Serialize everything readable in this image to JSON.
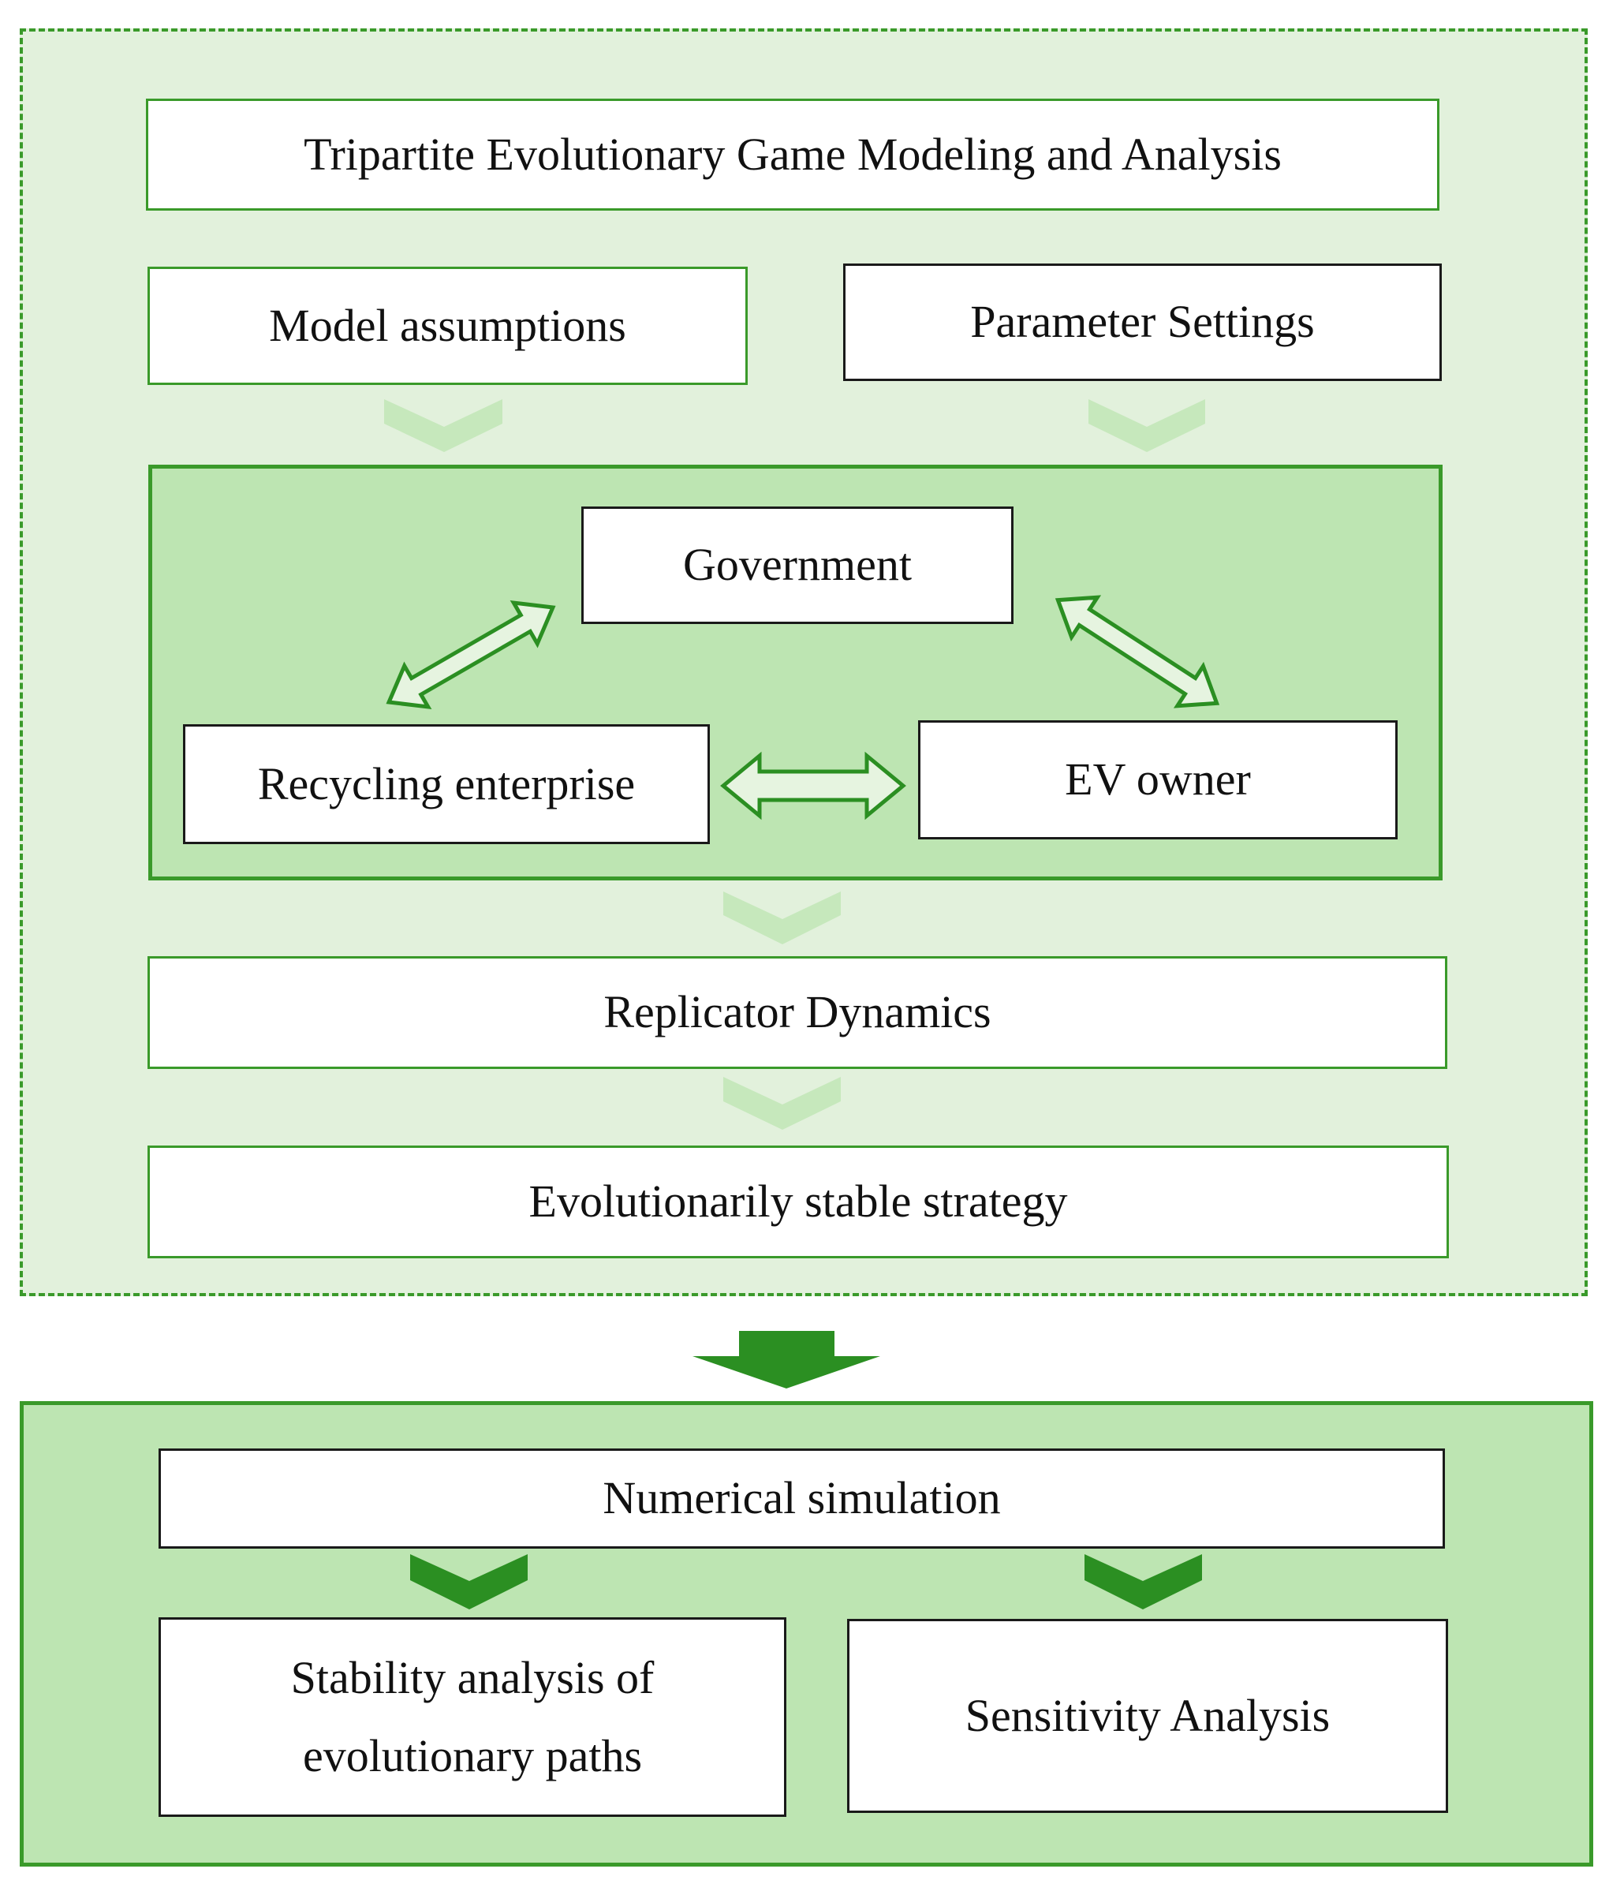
{
  "diagram": {
    "modeling": {
      "title": "Tripartite Evolutionary Game Modeling and Analysis",
      "model_assumptions": "Model assumptions",
      "parameter_settings": "Parameter Settings",
      "players": {
        "government": "Government",
        "recycling_enterprise": "Recycling enterprise",
        "ev_owner": "EV owner"
      },
      "replicator_dynamics": "Replicator Dynamics",
      "ess": "Evolutionarily stable strategy"
    },
    "simulation": {
      "numerical_simulation": "Numerical simulation",
      "stability_analysis_line1": "Stability analysis of",
      "stability_analysis_line2": "evolutionary paths",
      "sensitivity_analysis": "Sensitivity Analysis"
    }
  },
  "colors": {
    "light_region": "#e2f1dc",
    "mid_region": "#bde5b2",
    "border_green": "#3a9a2a",
    "light_chevron": "#c6e8bc",
    "dark_arrow": "#2b8f22"
  }
}
